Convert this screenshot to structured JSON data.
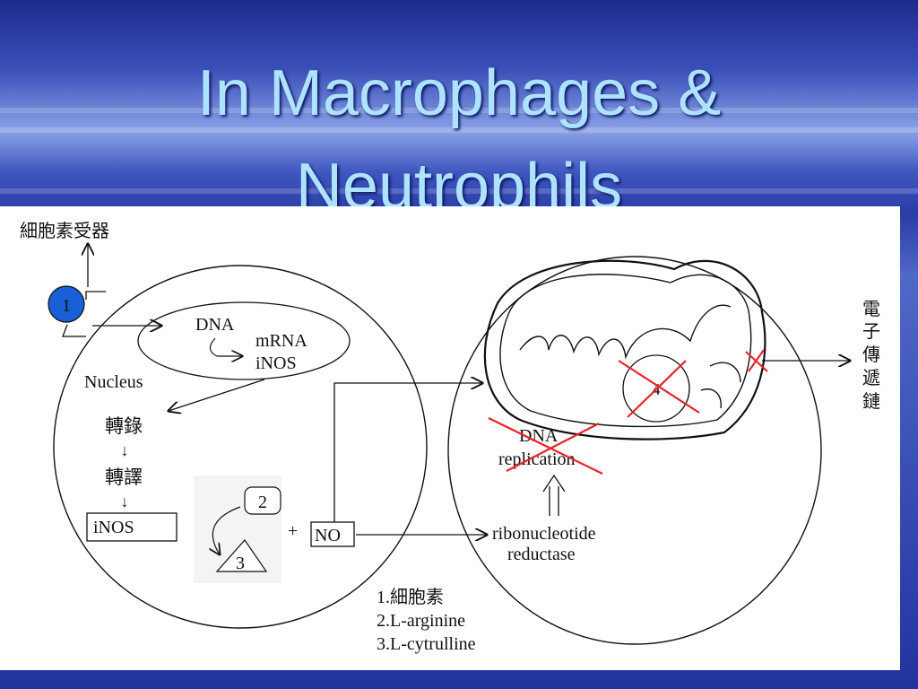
{
  "slide": {
    "title_line1": "In Macrophages &",
    "title_line2": "Neutrophils"
  },
  "diagram": {
    "receptor_label": "細胞素受器",
    "cytokine_number": "1",
    "dna": "DNA",
    "mrna": "mRNA",
    "inos_in_nucleus": "iNOS",
    "nucleus": "Nucleus",
    "transcription": "轉錄",
    "translation": "轉譯",
    "down_arrow": "↓",
    "inos_box": "iNOS",
    "circle2": "2",
    "triangle3": "3",
    "plus": "+",
    "no_box": "NO",
    "circle4": "4",
    "dna_replication_line1": "DNA",
    "dna_replication_line2": "replication",
    "ribo_line1": "ribonucleotide",
    "ribo_line2": "reductase",
    "etc_chars": [
      "電",
      "子",
      "傳",
      "遞",
      "鏈"
    ],
    "legend": [
      "1.細胞素",
      "2.L-arginine",
      "3.L-cytrulline"
    ],
    "colors": {
      "cytokine_fill": "#1a5fd6",
      "cross_out": "#e8232b",
      "ink": "#111111"
    }
  }
}
